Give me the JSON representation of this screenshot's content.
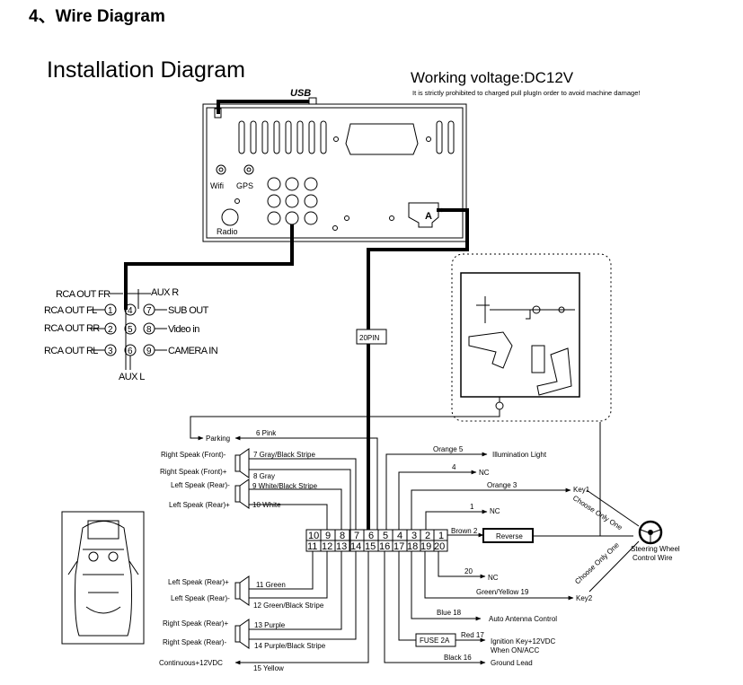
{
  "section_title": "4、Wire Diagram",
  "diagram_title": "Installation Diagram",
  "voltage": "Working voltage:DC12V",
  "warning": "It is strictly prohibited to charged pull plugIn order to avoid machine damage!",
  "head_unit": {
    "usb": "USB",
    "wifi": "Wifi",
    "gps": "GPS",
    "radio": "Radio",
    "connector_a": "A"
  },
  "harness_label": "20PIN",
  "rca": {
    "rca_out_fr": "RCA OUT FR",
    "aux_r": "AUX R",
    "rca_out_fl": "RCA OUT FL",
    "sub_out": "SUB OUT",
    "rca_out_rr": "RCA OUT RR",
    "video_in": "Video in",
    "rca_out_rl": "RCA OUT RL",
    "camera_in": "CAMERA IN",
    "aux_l": "AUX L",
    "numbers": [
      "1",
      "2",
      "3",
      "4",
      "5",
      "6",
      "7",
      "8",
      "9"
    ]
  },
  "pins_top": [
    "10",
    "9",
    "8",
    "7",
    "6",
    "5",
    "4",
    "3",
    "2",
    "1"
  ],
  "pins_bottom": [
    "11",
    "12",
    "13",
    "14",
    "15",
    "16",
    "17",
    "18",
    "19",
    "20"
  ],
  "left_wires": {
    "parking": "Parking",
    "pink": "6 Pink",
    "rsf_minus": "Right Speak (Front)-",
    "gray_black": "7 Gray/Black Stripe",
    "rsf_plus": "Right Speak (Front)+",
    "gray": "8 Gray",
    "lsr_minus": "Left Speak (Rear)-",
    "white_black": "9 White/Black Stripe",
    "lsr_plus": "Left Speak (Rear)+",
    "white": "10 White",
    "lsr2_plus": "Left Speak (Rear)+",
    "green": "11 Green",
    "lsr2_minus": "Left Speak (Rear)-",
    "green_black": "12 Green/Black Stripe",
    "rsr_plus": "Right Speak (Rear)+",
    "purple": "13 Purple",
    "rsr_minus": "Right Speak (Rear)-",
    "purple_black": "14 Purple/Black Stripe",
    "continuous": "Continuous+12VDC",
    "yellow": "15 Yellow"
  },
  "right_wires": {
    "orange5": "Orange 5",
    "illum": "Illumination Light",
    "w4": "4",
    "nc4": "NC",
    "orange3": "Orange 3",
    "key1": "Key1",
    "w1": "1",
    "nc1": "NC",
    "brown2": "Brown 2",
    "reverse": "Reverse",
    "w20": "20",
    "nc20": "NC",
    "green_yellow": "Green/Yellow 19",
    "key2": "Key2",
    "blue18": "Blue 18",
    "antenna": "Auto Antenna Control",
    "fuse": "FUSE 2A",
    "red17": "Red 17",
    "ignition1": "Ignition Key+12VDC",
    "ignition2": "When ON/ACC",
    "black16": "Black 16",
    "ground": "Ground Lead",
    "choose_only_one_1": "Choose Only One",
    "choose_only_one_2": "Choose Only One",
    "steering": "Steering Wheel",
    "control_wire": "Control Wire"
  }
}
